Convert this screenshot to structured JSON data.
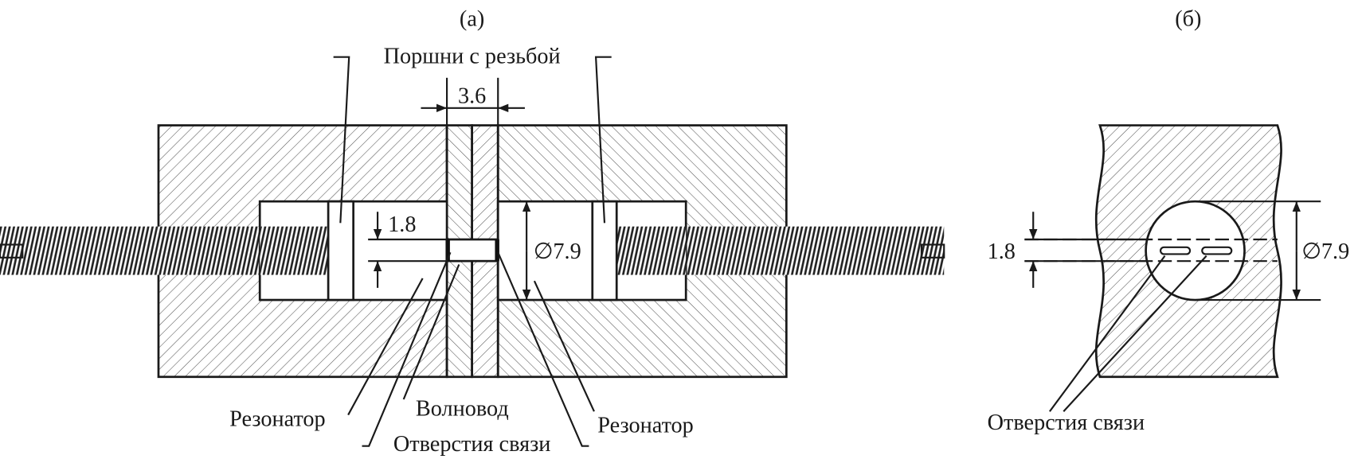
{
  "panel_a": {
    "label": "(а)",
    "pistons_label": "Поршни с резьбой",
    "gap_dimension": "3.6",
    "slot_dimension": "1.8",
    "diameter_dimension": "∅7.9",
    "resonator_left": "Резонатор",
    "waveguide": "Волновод",
    "coupling_holes": "Отверстия связи",
    "resonator_right": "Резонатор"
  },
  "panel_b": {
    "label": "(б)",
    "slot_dimension": "1.8",
    "diameter_dimension": "∅7.9",
    "coupling_holes": "Отверстия связи"
  },
  "colors": {
    "ink": "#1a1a1a",
    "background": "#ffffff"
  }
}
